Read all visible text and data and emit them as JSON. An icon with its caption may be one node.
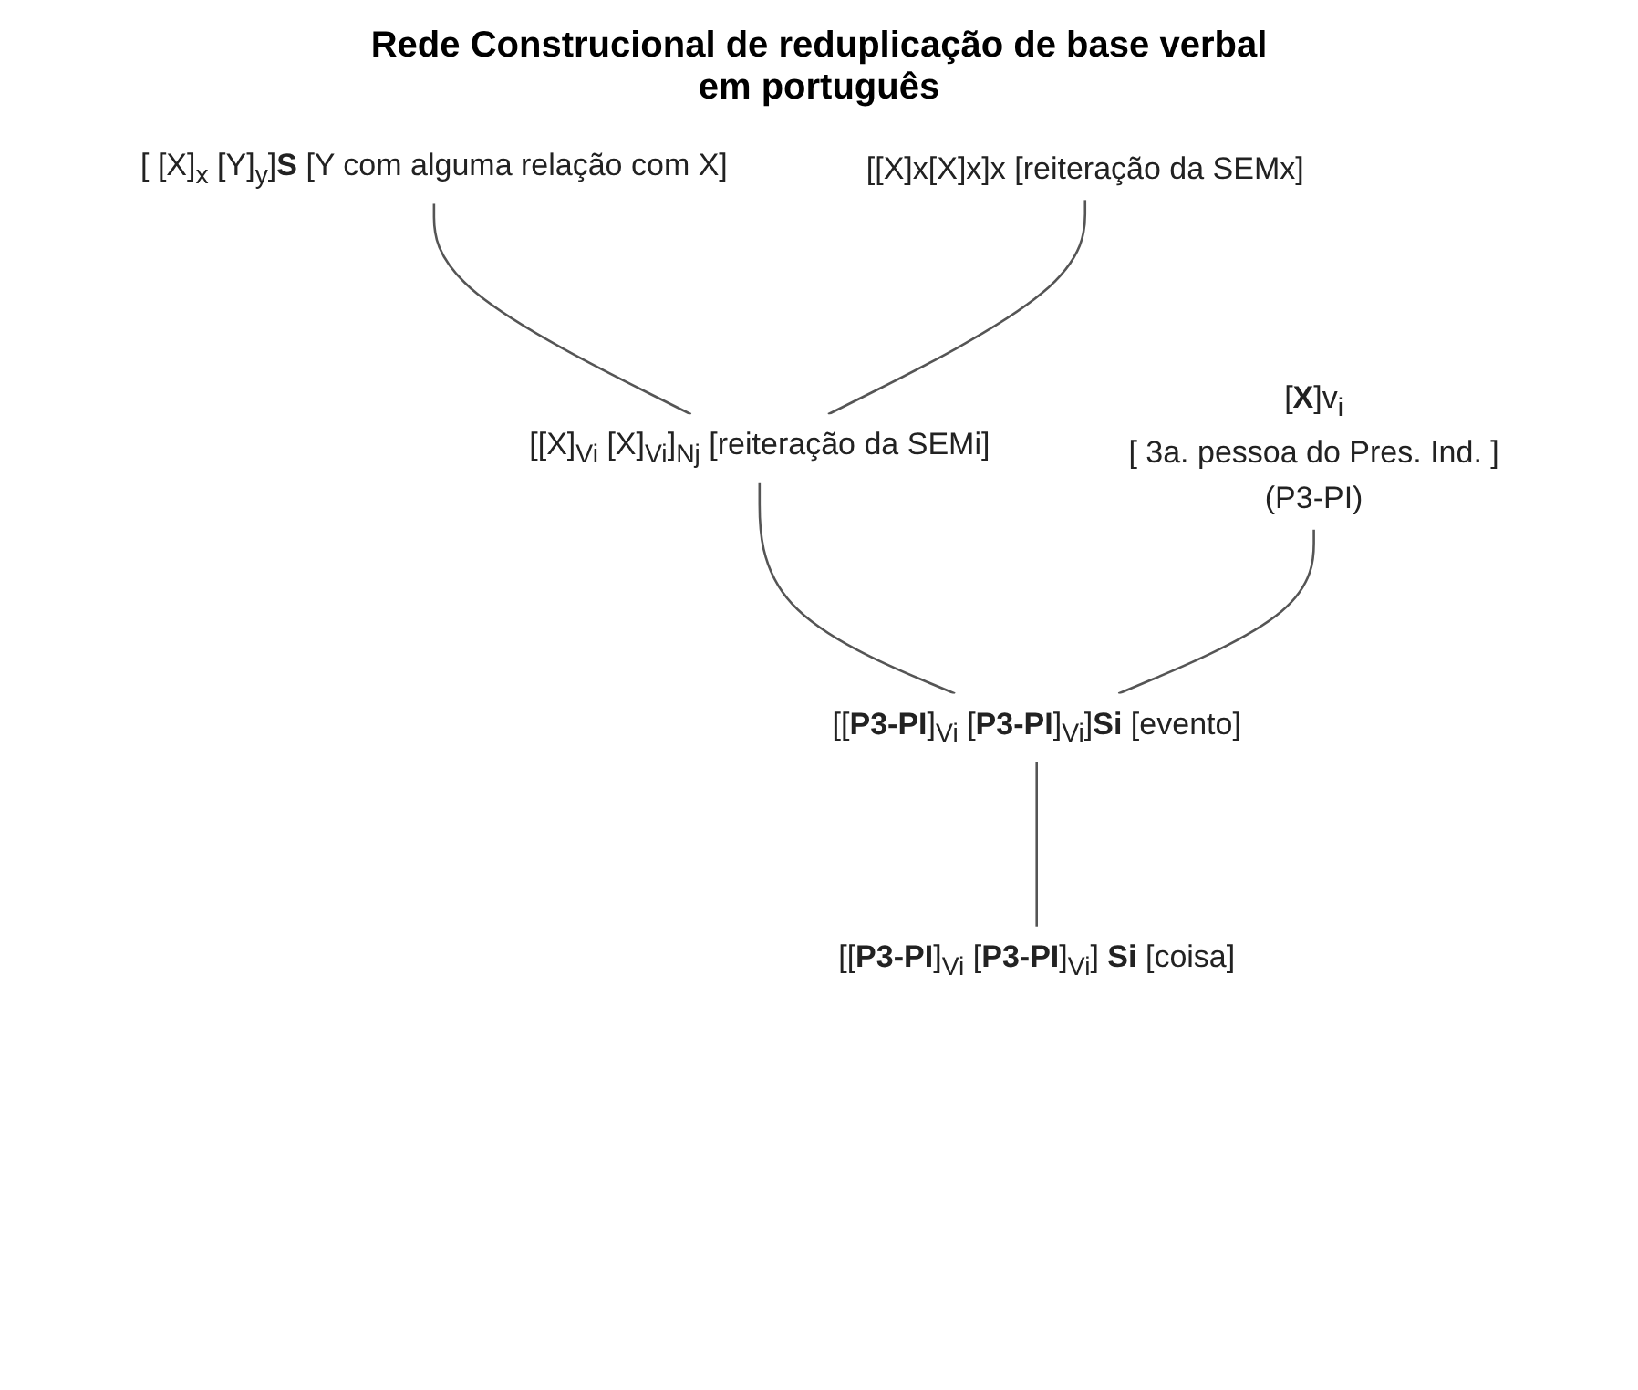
{
  "diagram": {
    "title": "Rede Construcional de reduplicação de base verbal em português",
    "nodes": [
      {
        "text": [
          "[ [X]$_{x}$ [Y]$_{y}$]**S** [Y com alguma relação com X]"
        ]
      },
      {
        "text": [
          "[[X]x[X]x]x [reiteração da SEMx]"
        ]
      },
      {
        "text": [
          "[[X]$_{Vi}$ [X]$_{Vi}$]$_{Nj}$ [reiteração da SEMi]"
        ]
      },
      {
        "text": [
          "[**X**]v$_{i}$",
          "[ 3a. pessoa do Pres. Ind. ]",
          "(P3-PI)"
        ]
      },
      {
        "text": [
          "[[**P3-PI**]$_{Vi}$ [**P3-PI**]$_{Vi}$]**Si** [evento]"
        ]
      },
      {
        "text": [
          "[[**P3-PI**]$_{Vi}$ [**P3-PI**]$_{Vi}$] **Si** [coisa]"
        ]
      }
    ],
    "edges": [
      {
        "from": 0,
        "to": 2,
        "arrow": "none"
      },
      {
        "from": 1,
        "to": 2,
        "arrow": "none"
      },
      {
        "from": 2,
        "to": 4,
        "arrow": "none"
      },
      {
        "from": 3,
        "to": 4,
        "arrow": "none"
      },
      {
        "from": 4,
        "to": 5,
        "arrow": "none"
      }
    ]
  }
}
